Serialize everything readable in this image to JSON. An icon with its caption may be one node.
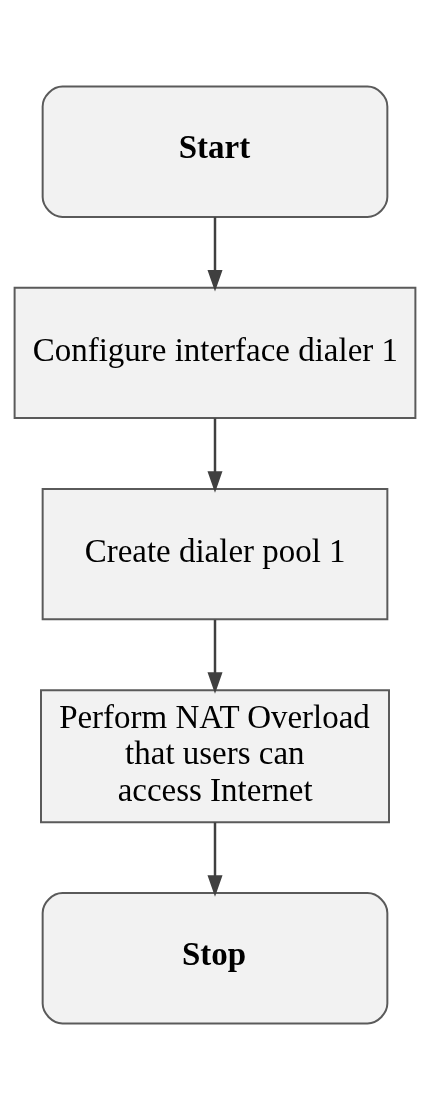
{
  "diagram": {
    "nodes": [
      {
        "text": [
          "Start"
        ]
      },
      {
        "text": [
          "Configure interface dialer 1"
        ]
      },
      {
        "text": [
          "Create dialer pool 1"
        ]
      },
      {
        "text": [
          "Perform NAT Overload that users can access Internet"
        ]
      },
      {
        "text": [
          "Stop"
        ]
      }
    ],
    "edges": [
      {
        "from": 0,
        "to": 1,
        "arrow": "to"
      },
      {
        "from": 1,
        "to": 2,
        "arrow": "to"
      },
      {
        "from": 2,
        "to": 3,
        "arrow": "to"
      },
      {
        "from": 3,
        "to": 4,
        "arrow": "to"
      }
    ]
  }
}
